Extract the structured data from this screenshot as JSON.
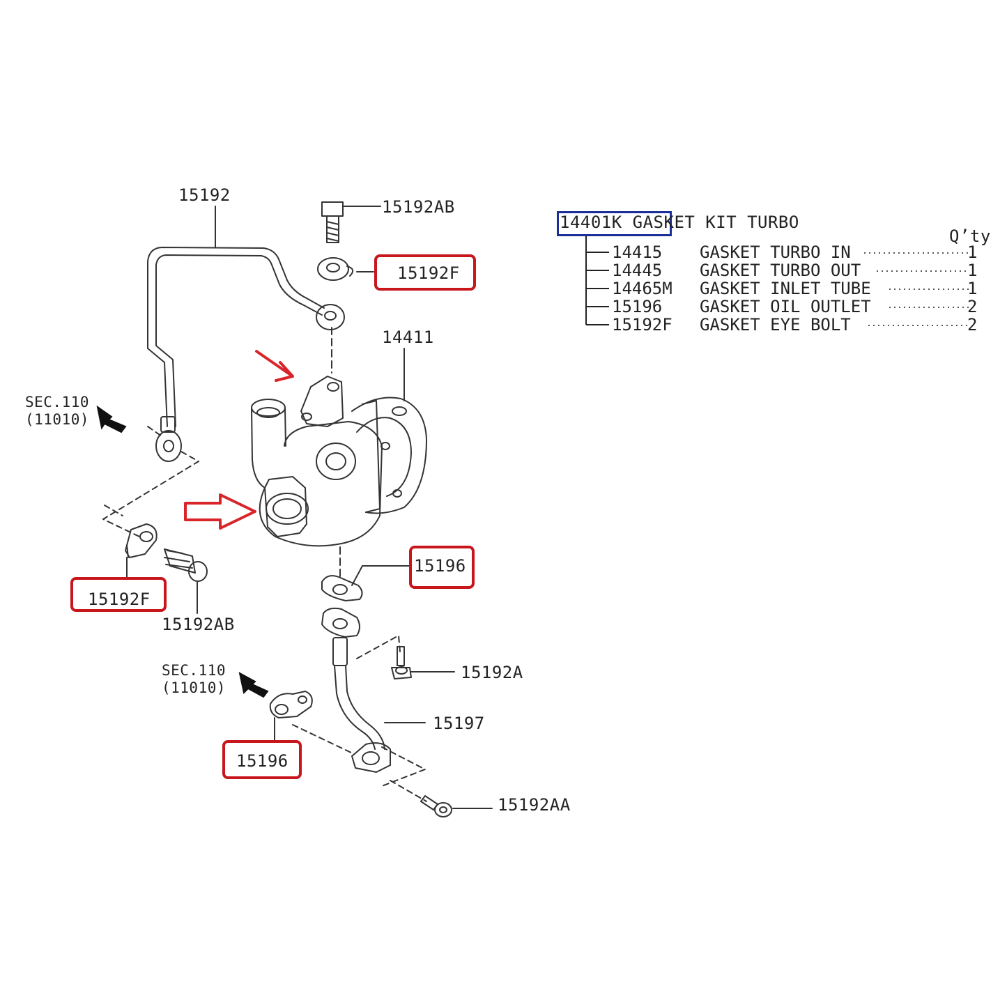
{
  "kit": {
    "title": "14401K GASKET KIT TURBO",
    "qty_header": "Q’ty",
    "rows": [
      {
        "part": "14415",
        "name": "GASKET TURBO IN",
        "qty": "1"
      },
      {
        "part": "14445",
        "name": "GASKET TURBO OUT",
        "qty": "1"
      },
      {
        "part": "14465M",
        "name": "GASKET INLET TUBE",
        "qty": "1"
      },
      {
        "part": "15196",
        "name": "GASKET OIL OUTLET",
        "qty": "2"
      },
      {
        "part": "15192F",
        "name": "GASKET EYE BOLT",
        "qty": "2"
      }
    ]
  },
  "callouts": {
    "oil_feed_pipe": "15192",
    "eye_bolt_top": "15192AB",
    "eye_gasket_top": "15192F",
    "turbocharger": "14411",
    "sec_ref_1_line1": "SEC.110",
    "sec_ref_1_line2": "(11010)",
    "eye_gasket_left": "15192F",
    "eye_bolt_left": "15192AB",
    "oil_outlet_gasket_right": "15196",
    "bolt_a": "15192A",
    "sec_ref_2_line1": "SEC.110",
    "sec_ref_2_line2": "(11010)",
    "oil_return_pipe": "15197",
    "oil_outlet_gasket_left": "15196",
    "bolt_aa": "15192AA"
  },
  "colors": {
    "highlight_red": "#c8161d",
    "highlight_blue": "#1b2f9a",
    "arrow_red": "#d9252a",
    "line": "#333333"
  },
  "icons": [
    "arrow-icon",
    "hollow-arrow-icon",
    "turbocharger-icon",
    "bolt-icon",
    "gasket-icon",
    "pipe-icon"
  ]
}
